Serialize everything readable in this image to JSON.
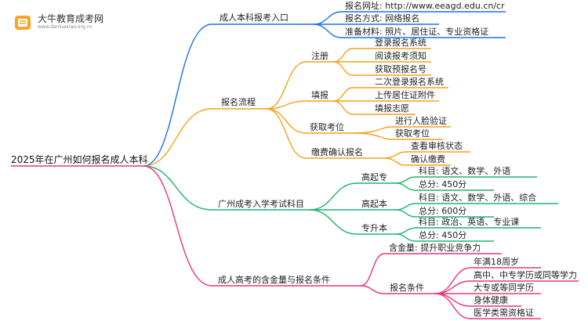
{
  "logo": {
    "title": "大牛教育成考网",
    "subtitle": "www.daniuexiao.org.cn"
  },
  "colors": {
    "blue": "#1f6ff0",
    "orange": "#f2a21b",
    "green": "#1fb56e",
    "pink": "#e8357e",
    "mark_orange": "#f5a623"
  },
  "root": "2025年在广州如何报名成人本科",
  "branches": {
    "entry": {
      "label": "成人本科报考入口",
      "items": [
        "报名网址: http://www.eeagd.edu.cn/cr",
        "报名方式: 网络报名",
        "准备材料: 照片、居住证、专业资格证"
      ]
    },
    "process": {
      "label": "报名流程",
      "groups": [
        {
          "label": "注册",
          "items": [
            "登录报名系统",
            "阅读报考须知",
            "获取预报名号"
          ]
        },
        {
          "label": "填报",
          "items": [
            "二次登录报名系统",
            "上传居住证附件",
            "填报志愿"
          ]
        },
        {
          "label": "获取考位",
          "items": [
            "进行人脸验证",
            "获取考位"
          ]
        },
        {
          "label": "缴费确认报名",
          "items": [
            "查看审核状态",
            "确认缴费"
          ]
        }
      ]
    },
    "subjects": {
      "label": "广州成考入学考试科目",
      "groups": [
        {
          "label": "高起专",
          "items": [
            "科目: 语文、数学、外语",
            "总分: 450分"
          ]
        },
        {
          "label": "高起本",
          "items": [
            "科目: 语文、数学、外语、综合",
            "总分: 600分"
          ]
        },
        {
          "label": "专升本",
          "items": [
            "科目: 政治、英语、专业课",
            "总分: 450分"
          ]
        }
      ]
    },
    "value": {
      "label": "成人高考的含金量与报名条件",
      "worth": "含金量: 提升职业竞争力",
      "conditions": {
        "label": "报名条件",
        "items": [
          "年满18周岁",
          "高中、中专学历或同等学力",
          "大专或等同学历",
          "身体健康",
          "医学类需资格证"
        ]
      }
    }
  }
}
